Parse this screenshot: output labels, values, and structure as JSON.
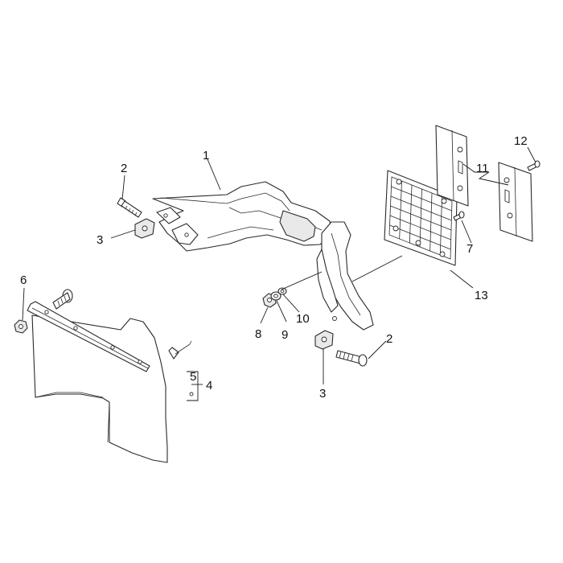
{
  "callouts": [
    {
      "id": "c1",
      "text": "1"
    },
    {
      "id": "c2a",
      "text": "2"
    },
    {
      "id": "c3a",
      "text": "3"
    },
    {
      "id": "c6",
      "text": "6"
    },
    {
      "id": "c5",
      "text": "5"
    },
    {
      "id": "c4",
      "text": "4"
    },
    {
      "id": "c8",
      "text": "8"
    },
    {
      "id": "c9",
      "text": "9"
    },
    {
      "id": "c10",
      "text": "10"
    },
    {
      "id": "c2b",
      "text": "2"
    },
    {
      "id": "c3b",
      "text": "3"
    },
    {
      "id": "c12",
      "text": "12"
    },
    {
      "id": "c11",
      "text": "11"
    },
    {
      "id": "c7",
      "text": "7"
    },
    {
      "id": "c13",
      "text": "13"
    }
  ]
}
